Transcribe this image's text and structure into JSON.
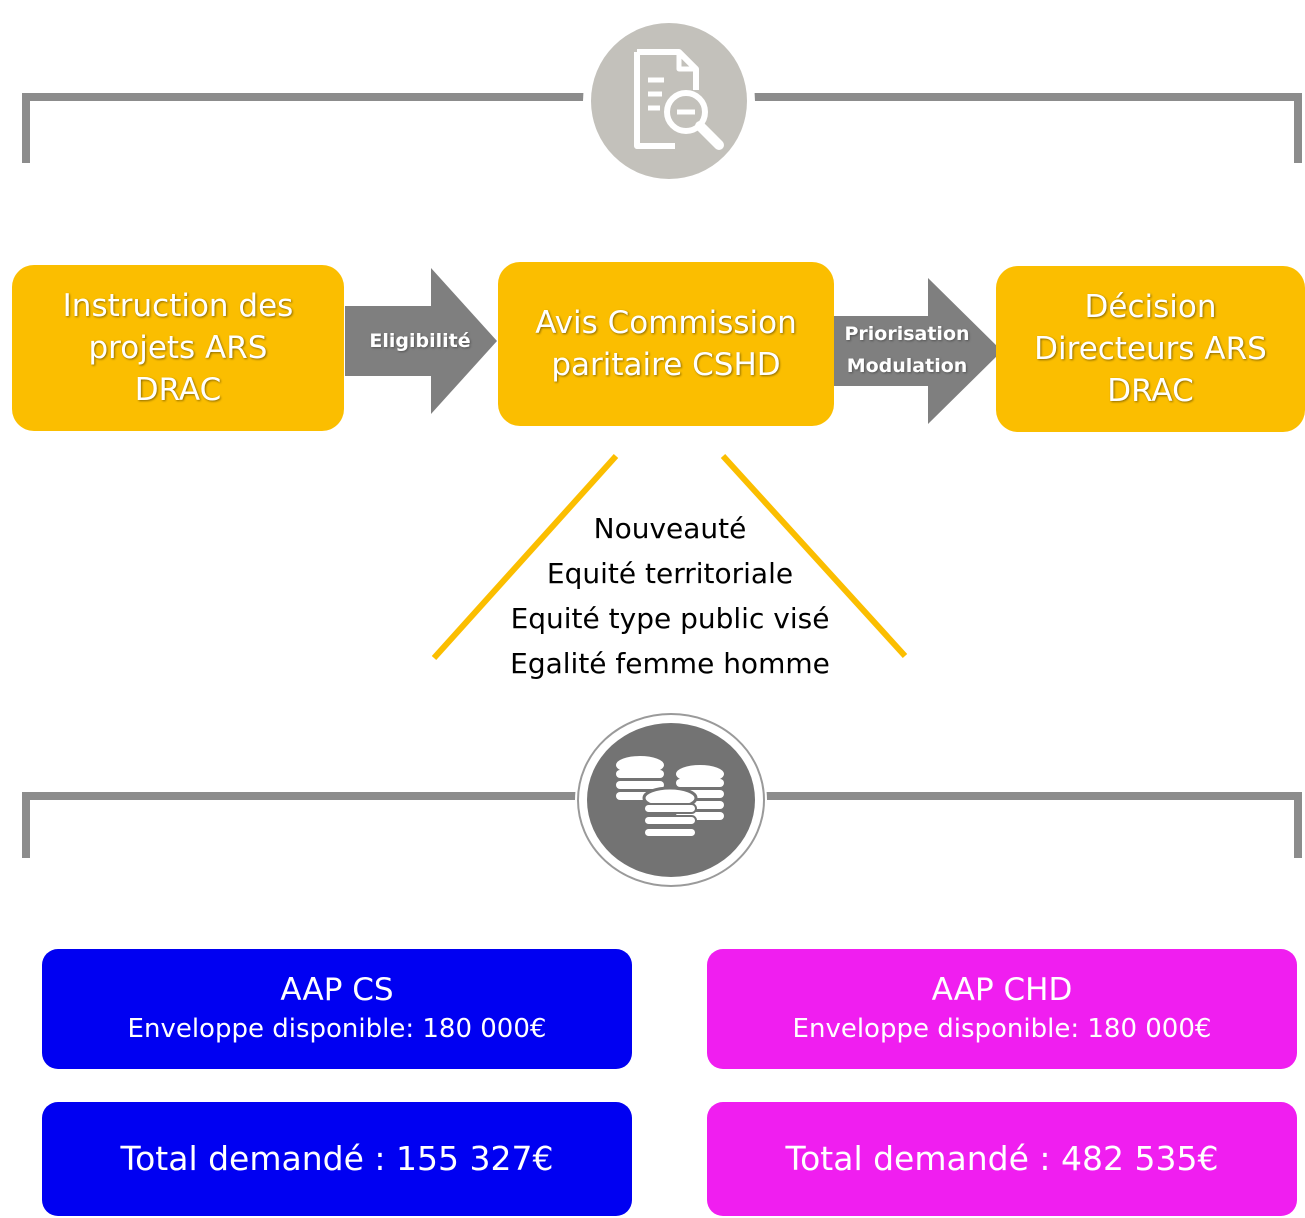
{
  "colors": {
    "process": "#fbbe00",
    "arrow": "#7f7f7f",
    "bracket": "#8c8c8c",
    "icon_circle_top": "#c3c1bb",
    "icon_circle_bottom": "#737373",
    "cs_box": "#0000f2",
    "chd_box": "#f01ef0"
  },
  "icons": {
    "top": "document-search-icon",
    "bottom": "coins-icon"
  },
  "process": {
    "step1": "Instruction des\nprojets ARS\nDRAC",
    "arrow1": "Eligibilité",
    "step2": "Avis Commission\nparitaire CSHD",
    "arrow2": "Priorisation\nModulation",
    "step3": "Décision\nDirecteurs ARS\nDRAC"
  },
  "criteria": [
    "Nouveauté",
    "Equité territoriale",
    "Equité type public visé",
    "Egalité femme homme"
  ],
  "budgets": {
    "cs": {
      "title": "AAP CS",
      "envelope": "Enveloppe disponible: 180 000€",
      "total": "Total demandé : 155 327€"
    },
    "chd": {
      "title": "AAP CHD",
      "envelope": "Enveloppe disponible: 180 000€",
      "total": "Total demandé : 482 535€"
    }
  }
}
